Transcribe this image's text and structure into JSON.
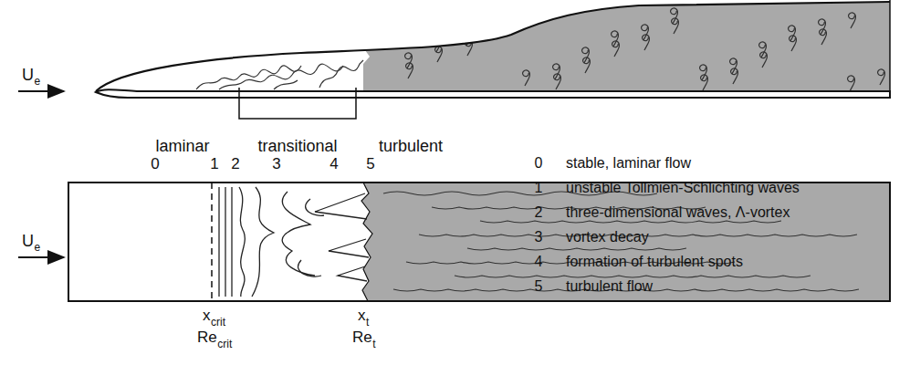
{
  "diagram": {
    "labels": [
      "U",
      "e",
      "laminar",
      "transitional",
      "turbulent",
      "U",
      "e",
      "0",
      "1",
      "2",
      "3",
      "4",
      "5",
      "x",
      "crit",
      "Re",
      "crit",
      "x",
      "t",
      "Re",
      "t",
      "0",
      "stable, laminar flow",
      "1",
      "unstable Tollmien-Schlichting waves",
      "2",
      "three-dimensional waves, Λ-vortex",
      "3",
      "vortex decay",
      "4",
      "formation of turbulent spots",
      "5",
      "turbulent flow"
    ]
  }
}
